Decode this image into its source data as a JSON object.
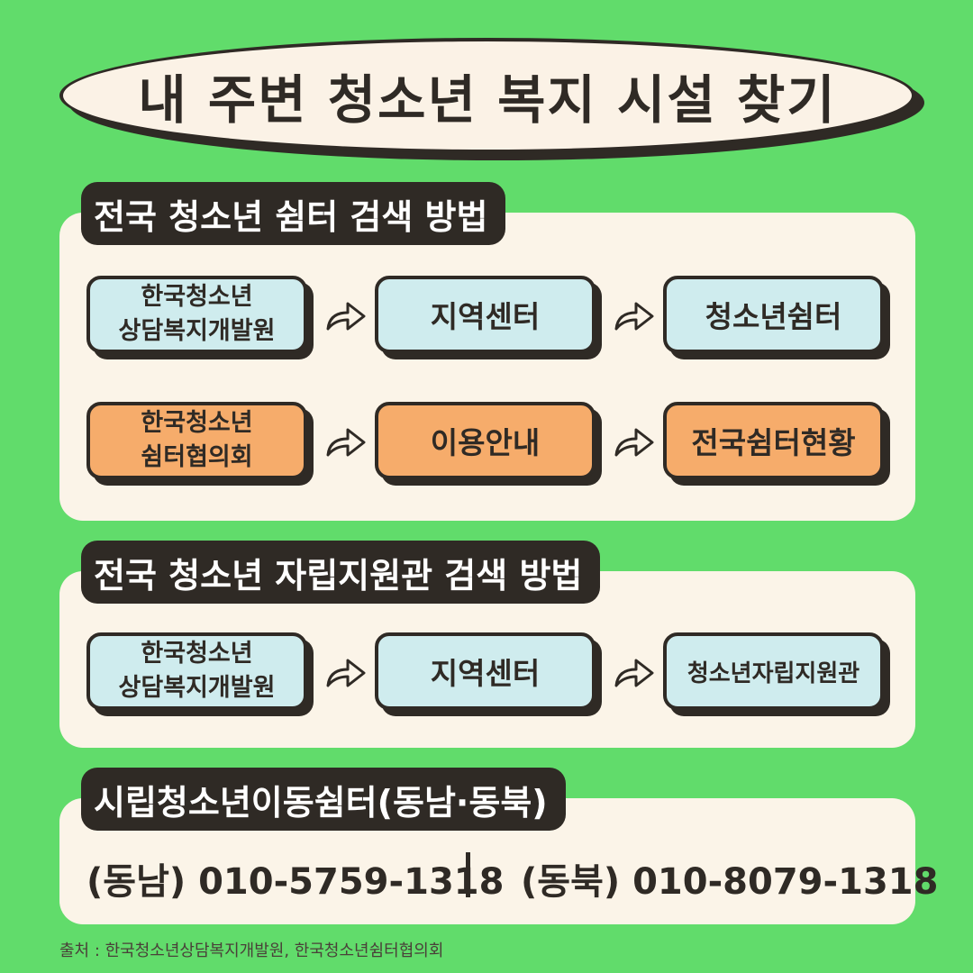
{
  "title": "내 주변 청소년 복지 시설 찾기",
  "section1": {
    "label": "전국 청소년 쉼터 검색 방법",
    "row1": [
      "한국청소년\n상담복지개발원",
      "지역센터",
      "청소년쉼터"
    ],
    "row2": [
      "한국청소년\n쉼터협의회",
      "이용안내",
      "전국쉼터현황"
    ]
  },
  "section2": {
    "label": "전국 청소년 자립지원관 검색 방법",
    "row1": [
      "한국청소년\n상담복지개발원",
      "지역센터",
      "청소년자립지원관"
    ]
  },
  "section3": {
    "label": "시립청소년이동쉼터(동남·동북)",
    "southeast": "(동남) 010-5759-1318",
    "northeast": "(동북) 010-8079-1318"
  },
  "source": "출처 : 한국청소년상담복지개발원, 한국청소년쉼터협의회",
  "colors": {
    "background": "#61dc6b",
    "panel": "#fbf4e8",
    "dark": "#2f2a25",
    "blue_box": "#cfecee",
    "orange_box": "#f6ac6b"
  },
  "icons": [
    "arrow-right-icon"
  ]
}
